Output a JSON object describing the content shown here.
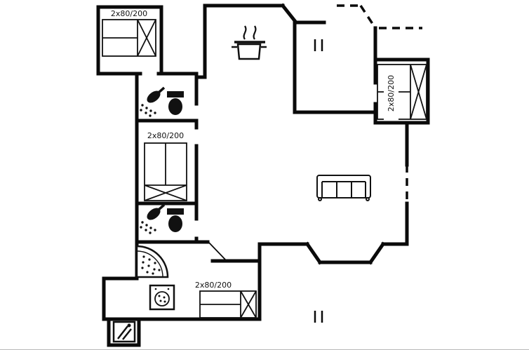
{
  "page": {
    "kind": "holiday-home floor plan drawing",
    "background_color": "#ffffff",
    "wall_color": "#0a0a0a"
  },
  "plan": {
    "bed_labels": {
      "top_left": "2x80/200",
      "mid_left": "2x80/200",
      "bottom": "2x80/200",
      "right": "2x80/200"
    },
    "icons": [
      {
        "name": "shower-icon",
        "room": "bathroom-upper"
      },
      {
        "name": "toilet-icon",
        "room": "bathroom-upper"
      },
      {
        "name": "shower-icon",
        "room": "bathroom-lower"
      },
      {
        "name": "toilet-icon",
        "room": "bathroom-lower"
      },
      {
        "name": "cooking-pot-icon",
        "room": "kitchen"
      },
      {
        "name": "sofa-icon",
        "room": "living-room"
      },
      {
        "name": "corner-spa-icon",
        "room": "spa-room"
      },
      {
        "name": "washing-machine-icon",
        "room": "utility-room"
      },
      {
        "name": "water-heater-icon",
        "room": "utility-closet"
      },
      {
        "name": "opening-marker",
        "room": "entry"
      },
      {
        "name": "opening-marker",
        "room": "terrace"
      }
    ]
  }
}
